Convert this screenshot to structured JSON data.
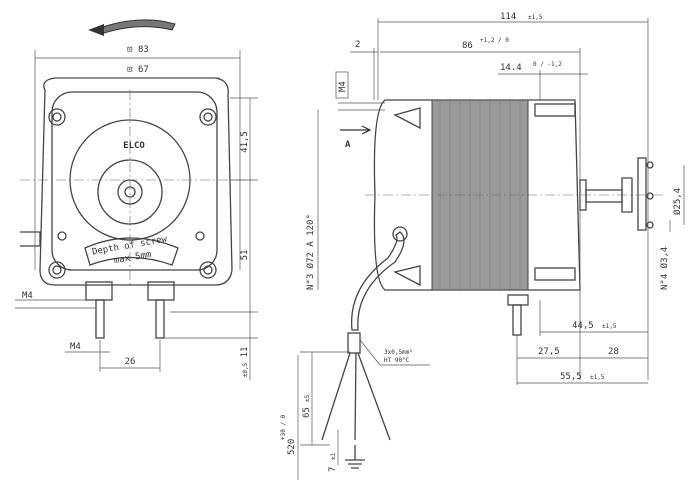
{
  "front_view": {
    "logo": "ELCO",
    "screw_note_line1": "Depth of screw",
    "screw_note_line2": "max 5mm",
    "dim_outer": "⊡ 83",
    "dim_inner": "⊡ 67",
    "dim_upper": "41,5",
    "dim_lower": "51",
    "dim_stud": "11",
    "dim_stud_tol": "±0,5",
    "dim_m4_side": "M4",
    "dim_m4_bottom": "M4",
    "dim_stud_spacing": "26"
  },
  "side_view": {
    "dim_total": "114",
    "dim_total_tol": "±1,5",
    "dim_body": "86",
    "dim_body_tol": "+1,2 / 0",
    "dim_bracket": "14.4",
    "dim_bracket_tol": "0 / -1,2",
    "dim_offset": "2",
    "dim_m4": "M4",
    "view_label": "A",
    "holes_note": "N°3 Ø72 A 120°",
    "flange_dia": "Ø25,4",
    "flange_holes": "N°4 Ø3,4",
    "dim_shaft": "44,5",
    "dim_shaft_tol": "±1,5",
    "dim_a": "27,5",
    "dim_b": "28",
    "dim_c": "55,5",
    "dim_c_tol": "±1,5",
    "cable_spec_line1": "3x0,5mm²",
    "cable_spec_line2": "HT 90°C",
    "dim_cable": "520",
    "dim_cable_tol": "+30 / 0",
    "dim_strip": "65",
    "dim_strip_tol": "±5",
    "dim_end": "7",
    "dim_end_tol": "±1"
  }
}
